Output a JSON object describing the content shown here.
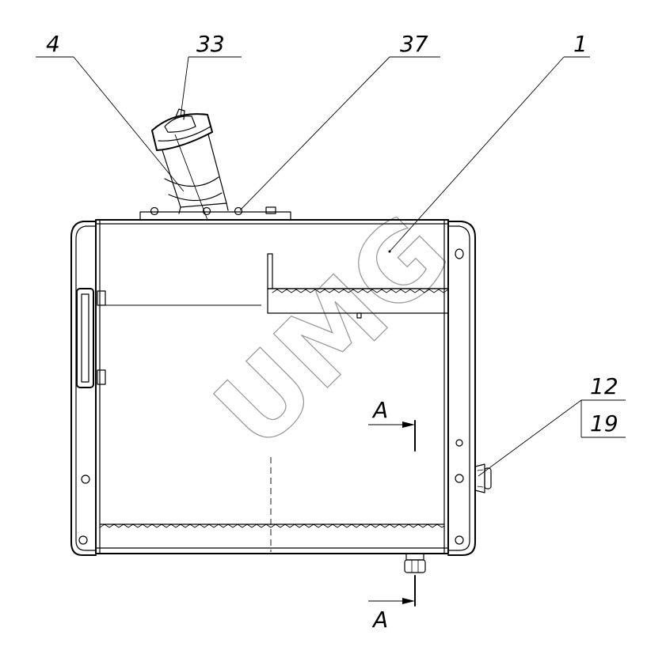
{
  "callouts": {
    "c4": "4",
    "c33": "33",
    "c37": "37",
    "c1": "1",
    "c12": "12",
    "c19": "19"
  },
  "section": {
    "top_letter": "A",
    "bottom_letter": "A"
  },
  "watermark": "UMG"
}
